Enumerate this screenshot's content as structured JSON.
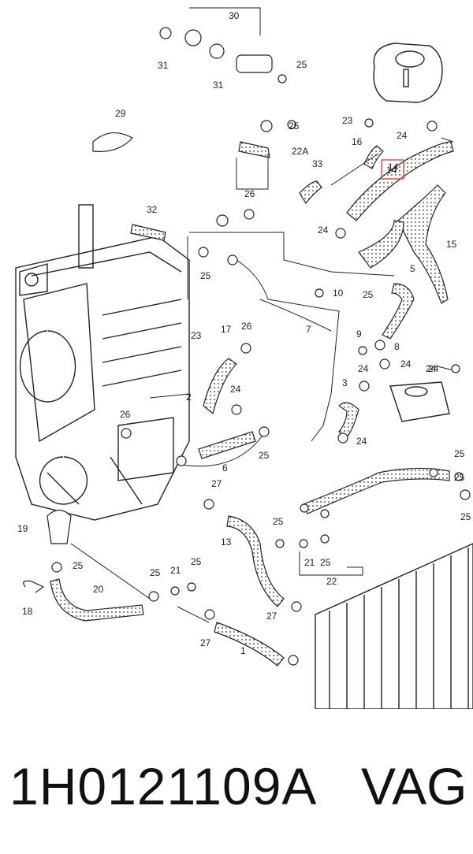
{
  "diagram": {
    "callouts": [
      "30",
      "31",
      "31",
      "25",
      "25",
      "29",
      "22A",
      "33",
      "26",
      "32",
      "25",
      "17",
      "26",
      "23",
      "2",
      "24",
      "26",
      "25",
      "27",
      "6",
      "10",
      "7",
      "9",
      "8",
      "24",
      "24",
      "24",
      "3",
      "5",
      "25",
      "15",
      "14",
      "16",
      "24",
      "23",
      "24",
      "24",
      "1",
      "27",
      "27",
      "25",
      "25",
      "25",
      "21",
      "20",
      "18",
      "19",
      "13",
      "25",
      "21",
      "25",
      "22",
      "25",
      "25",
      "25",
      "24",
      "2"
    ],
    "highlight_label": "14",
    "highlight_color": "#e05050"
  },
  "caption": {
    "part_number": "1H0121109A",
    "brand": "VAG"
  }
}
